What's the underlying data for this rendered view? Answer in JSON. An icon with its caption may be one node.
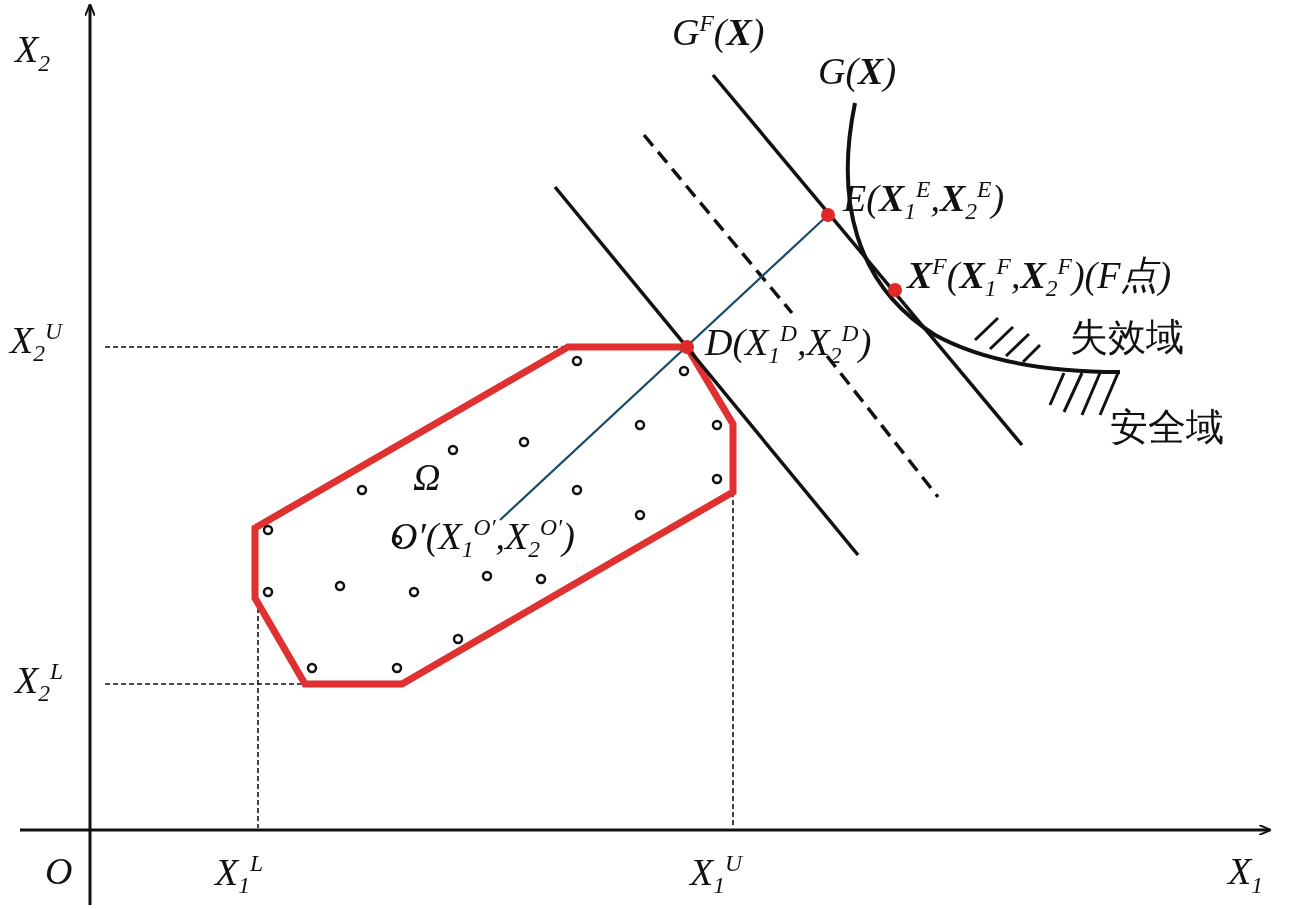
{
  "diagram": {
    "labels": [
      "X$_{2}$",
      "X$_{1}$",
      "O",
      "X$_{1}$$^{L}$",
      "X$_{1}$$^{U}$",
      "X$_{2}$$^{U}$",
      "X$_{2}$$^{L}$",
      "G$^{F}$(**X**)",
      "G(**X**)",
      "E(**X**$_{1}$$^{E}$,**X**$_{2}$$^{E}$)",
      "**X**$^{F}$(**X**$_{1}$$^{F}$,**X**$_{2}$$^{F}$)(F点)",
      "D(X$_{1}$$^{D}$,X$_{2}$$^{D}$)",
      "失效域",
      "安全域",
      "Ω",
      "O′(X$_{1}$$^{O′}$,X$_{2}$$^{O′}$)"
    ]
  }
}
